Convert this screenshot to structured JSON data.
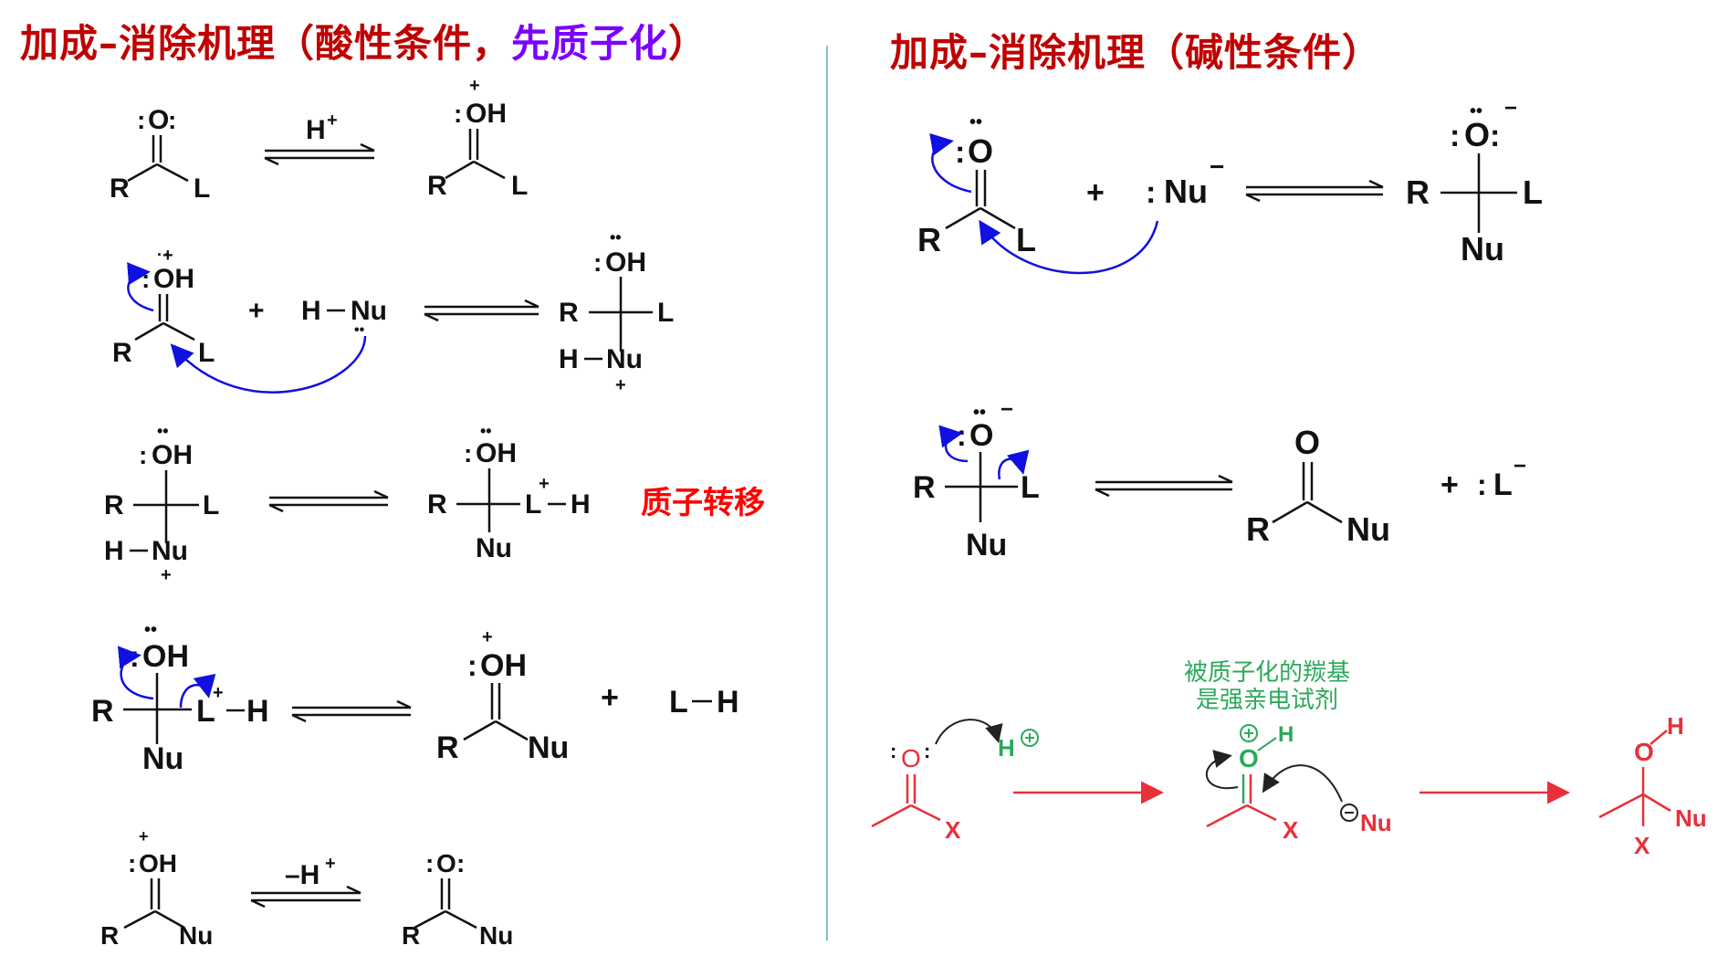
{
  "titles": {
    "left_main": "加成–消除机理（酸性条件，",
    "left_highlight": "先质子化",
    "left_close": "）",
    "right": "加成–消除机理（碱性条件）"
  },
  "labels": {
    "proton_transfer": "质子转移",
    "protonated_carbonyl_note_line1": "被质子化的羰基",
    "protonated_carbonyl_note_line2": "是强亲电试剂"
  },
  "reagents": {
    "h_plus": "H",
    "minus_h_plus": "–H",
    "plus_sign": "+"
  },
  "atoms": {
    "R": "R",
    "L": "L",
    "O": "O",
    "OH": "OH",
    "Nu": "Nu",
    "H": "H",
    "X": "X",
    "HNu": "H—Nu",
    "LH": "L—H"
  },
  "colors": {
    "title_red": "#c00000",
    "title_purple": "#7a00ff",
    "arrow_blue": "#1010e0",
    "note_green": "#2aaa5a",
    "scheme_red": "#e8303a",
    "proton_red": "#ff0000"
  }
}
